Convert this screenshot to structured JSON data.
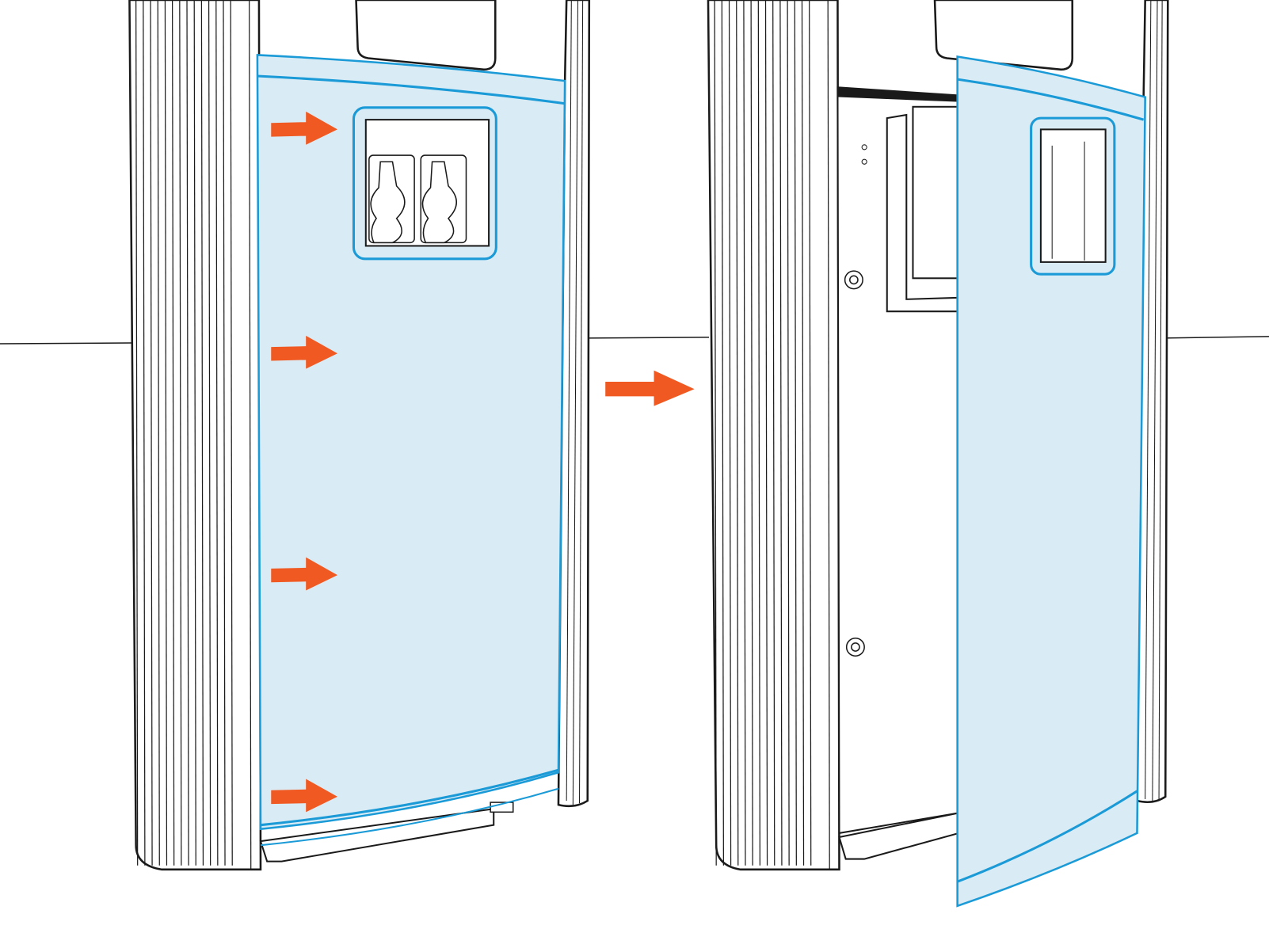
{
  "colors": {
    "panel_fill": "#d9ebf5",
    "panel_outline": "#1a9ad6",
    "arrow": "#f05a22",
    "line": "#1a1a1a",
    "background": "#ffffff"
  },
  "steps": [
    {
      "state": "panel-closed",
      "arrows": [
        "right",
        "right",
        "right",
        "right"
      ]
    },
    {
      "state": "panel-opened"
    }
  ],
  "transition_arrow": {
    "direction": "right",
    "icon": "arrow-right-icon"
  }
}
